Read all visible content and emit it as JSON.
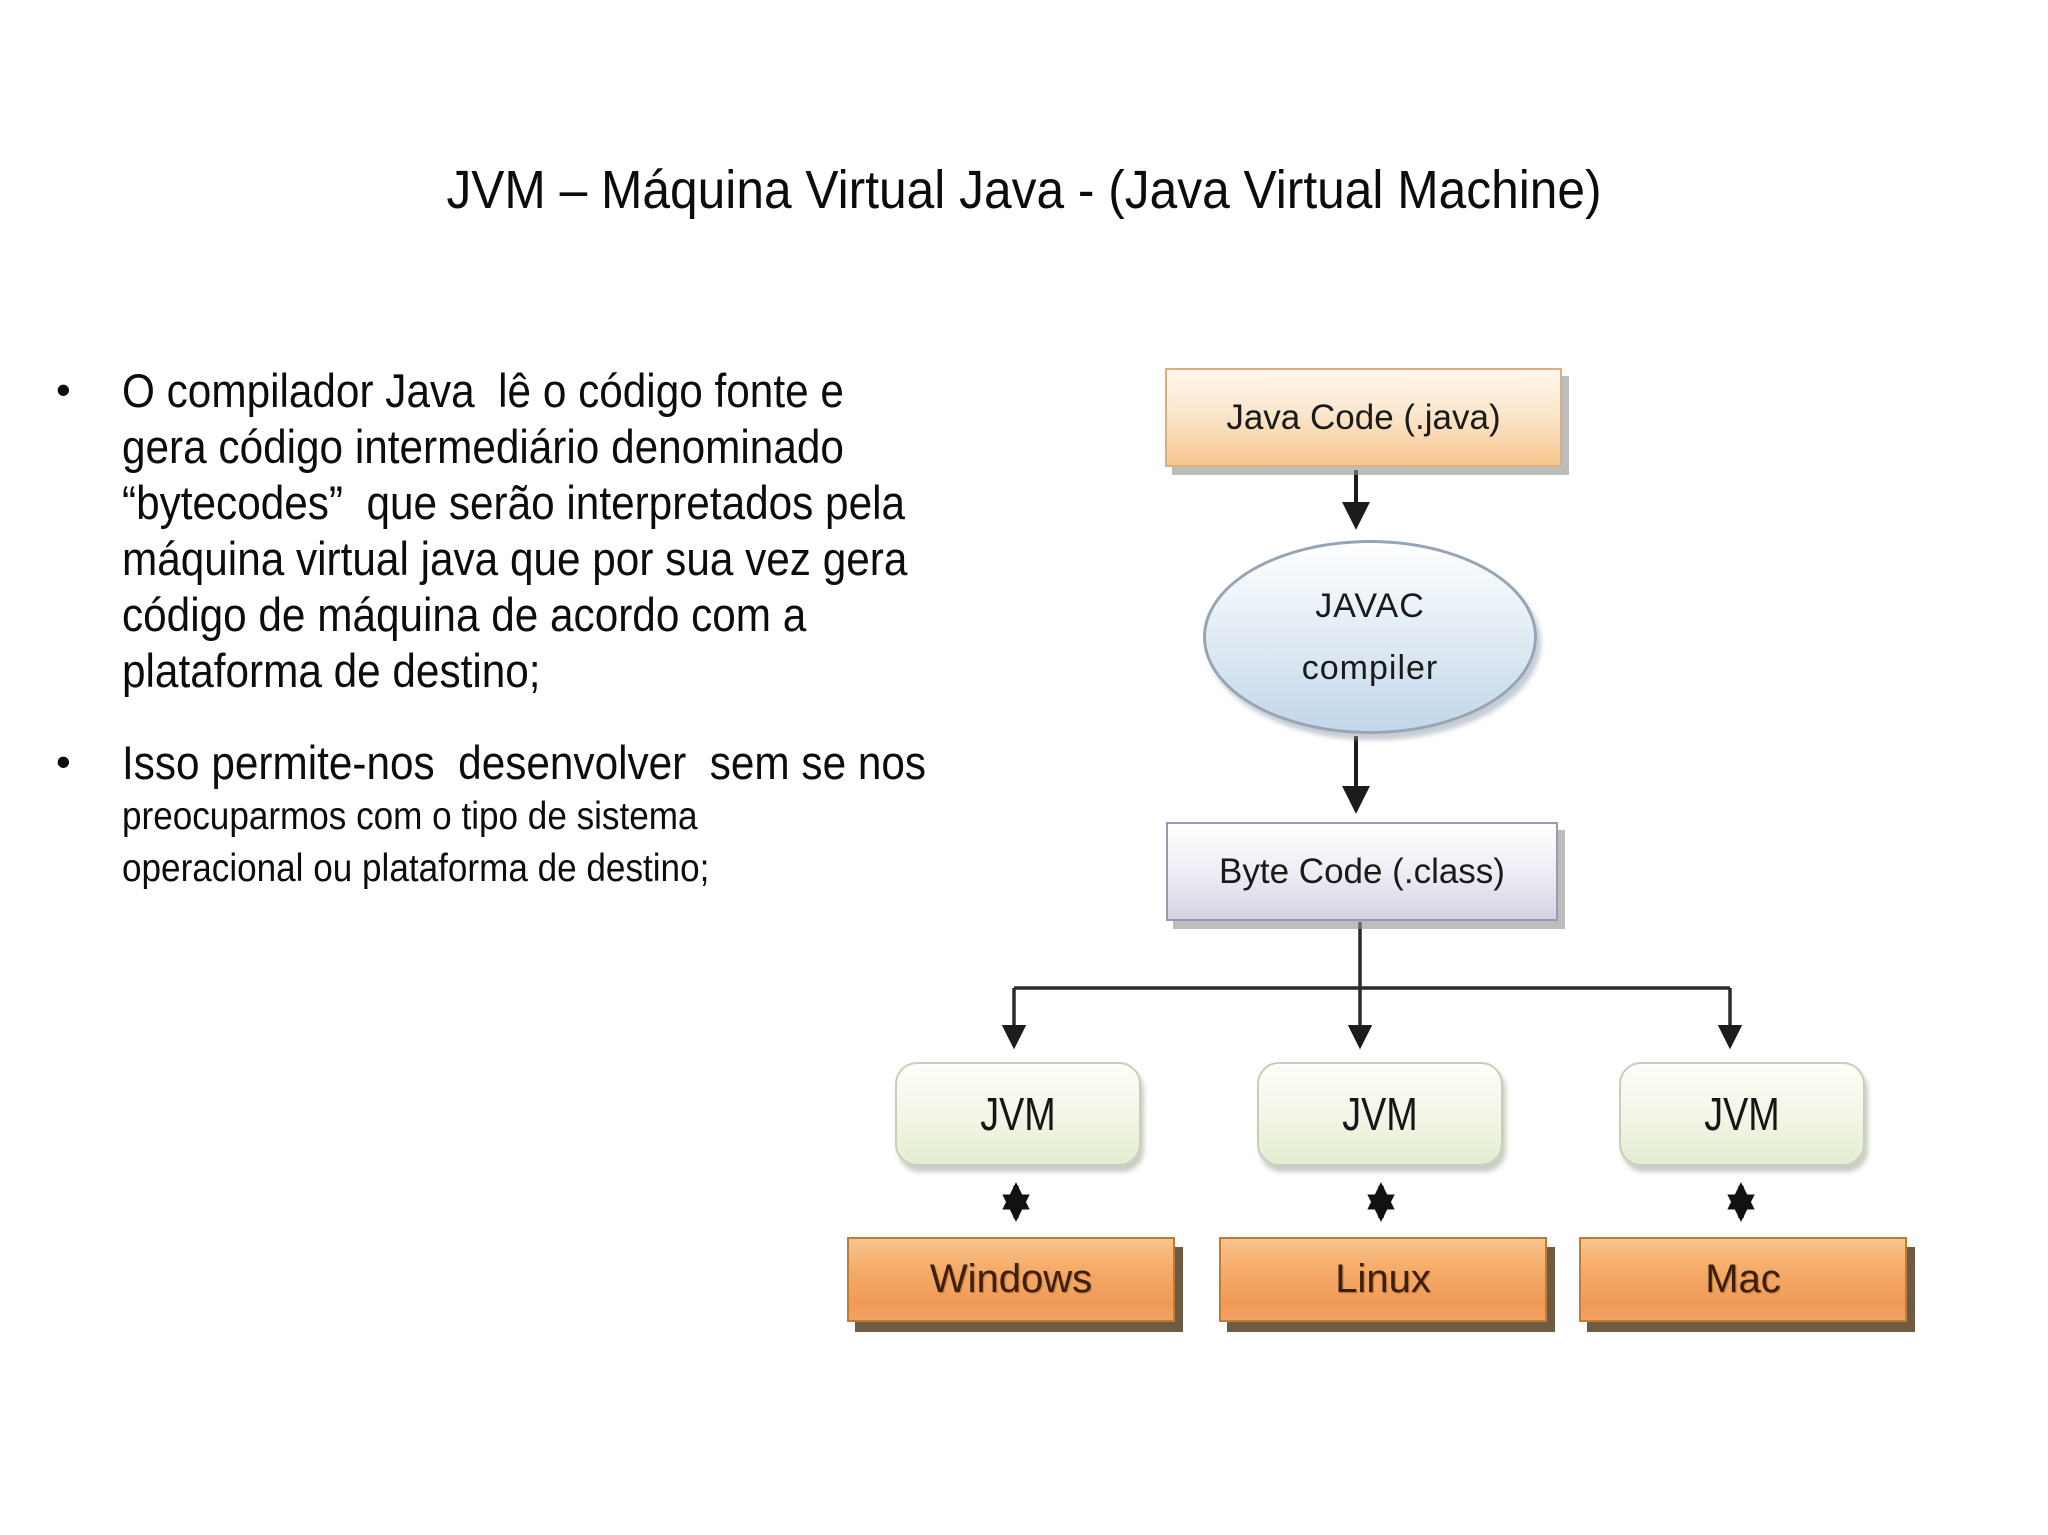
{
  "slide": {
    "title": "JVM – Máquina Virtual Java - (Java Virtual Machine)",
    "bullets": {
      "b1": {
        "marker": "•",
        "lines": [
          "O compilador Java  lê o código fonte e",
          "gera código intermediário denominado",
          "“bytecodes”  que serão interpretados pela",
          "máquina virtual java que por sua vez gera",
          "código de máquina de acordo com a",
          "plataforma de destino;"
        ]
      },
      "b2": {
        "marker": "•",
        "line_large": "Isso permite-nos  desenvolver  sem se nos",
        "lines_small": [
          "preocuparmos com o tipo de sistema",
          "operacional ou plataforma de destino;"
        ]
      }
    }
  },
  "diagram": {
    "java_code": {
      "label": "Java Code (.java)"
    },
    "javac": {
      "line1": "JAVAC",
      "line2": "compiler"
    },
    "byte_code": {
      "label": "Byte Code (.class)"
    },
    "jvm_nodes": [
      {
        "label": "JVM"
      },
      {
        "label": "JVM"
      },
      {
        "label": "JVM"
      }
    ],
    "os_nodes": [
      {
        "label": "Windows"
      },
      {
        "label": "Linux"
      },
      {
        "label": "Mac"
      }
    ],
    "edges": [
      {
        "from": "Java Code (.java)",
        "to": "JAVAC compiler",
        "type": "arrow-down"
      },
      {
        "from": "JAVAC compiler",
        "to": "Byte Code (.class)",
        "type": "arrow-down"
      },
      {
        "from": "Byte Code (.class)",
        "to": "JVM (left)",
        "type": "arrow-down"
      },
      {
        "from": "Byte Code (.class)",
        "to": "JVM (middle)",
        "type": "arrow-down"
      },
      {
        "from": "Byte Code (.class)",
        "to": "JVM (right)",
        "type": "arrow-down"
      },
      {
        "from": "JVM (left)",
        "to": "Windows",
        "type": "double-arrow"
      },
      {
        "from": "JVM (middle)",
        "to": "Linux",
        "type": "double-arrow"
      },
      {
        "from": "JVM (right)",
        "to": "Mac",
        "type": "double-arrow"
      }
    ],
    "colors": {
      "java_code_fill_top": "#fdf6ec",
      "java_code_fill_bottom": "#f7c68f",
      "java_code_border": "#dcae7d",
      "javac_fill_top": "#feffff",
      "javac_fill_bottom": "#c2d7ea",
      "javac_border": "#96a5b5",
      "byte_code_fill_top": "#ffffff",
      "byte_code_fill_bottom": "#d7d1e3",
      "byte_code_border": "#9e96b2",
      "jvm_fill_top": "#fdfef9",
      "jvm_fill_bottom": "#e4eed2",
      "jvm_border": "#c6cfb8",
      "os_fill_top": "#f9c48c",
      "os_fill_bottom": "#f09a57",
      "os_border": "#c07c35",
      "os_shadow": "#6e5b43",
      "os_text": "#3c1f04",
      "arrow": "#1c1c1c",
      "text": "#0c0c0c"
    }
  }
}
